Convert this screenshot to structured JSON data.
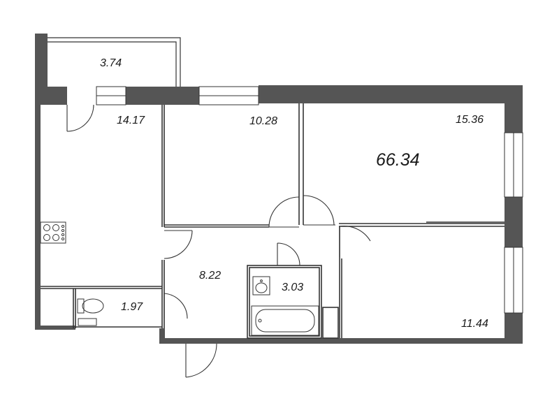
{
  "plan": {
    "total_area": "66.34",
    "rooms": {
      "balcony": "3.74",
      "kitchen": "14.17",
      "bedroom_small": "10.28",
      "living_room": "15.36",
      "hallway": "8.22",
      "bathroom": "3.03",
      "toilet": "1.97",
      "bedroom_corner": "11.44"
    }
  },
  "colors": {
    "wall": "#555555",
    "line": "#333333",
    "background": "#ffffff"
  }
}
